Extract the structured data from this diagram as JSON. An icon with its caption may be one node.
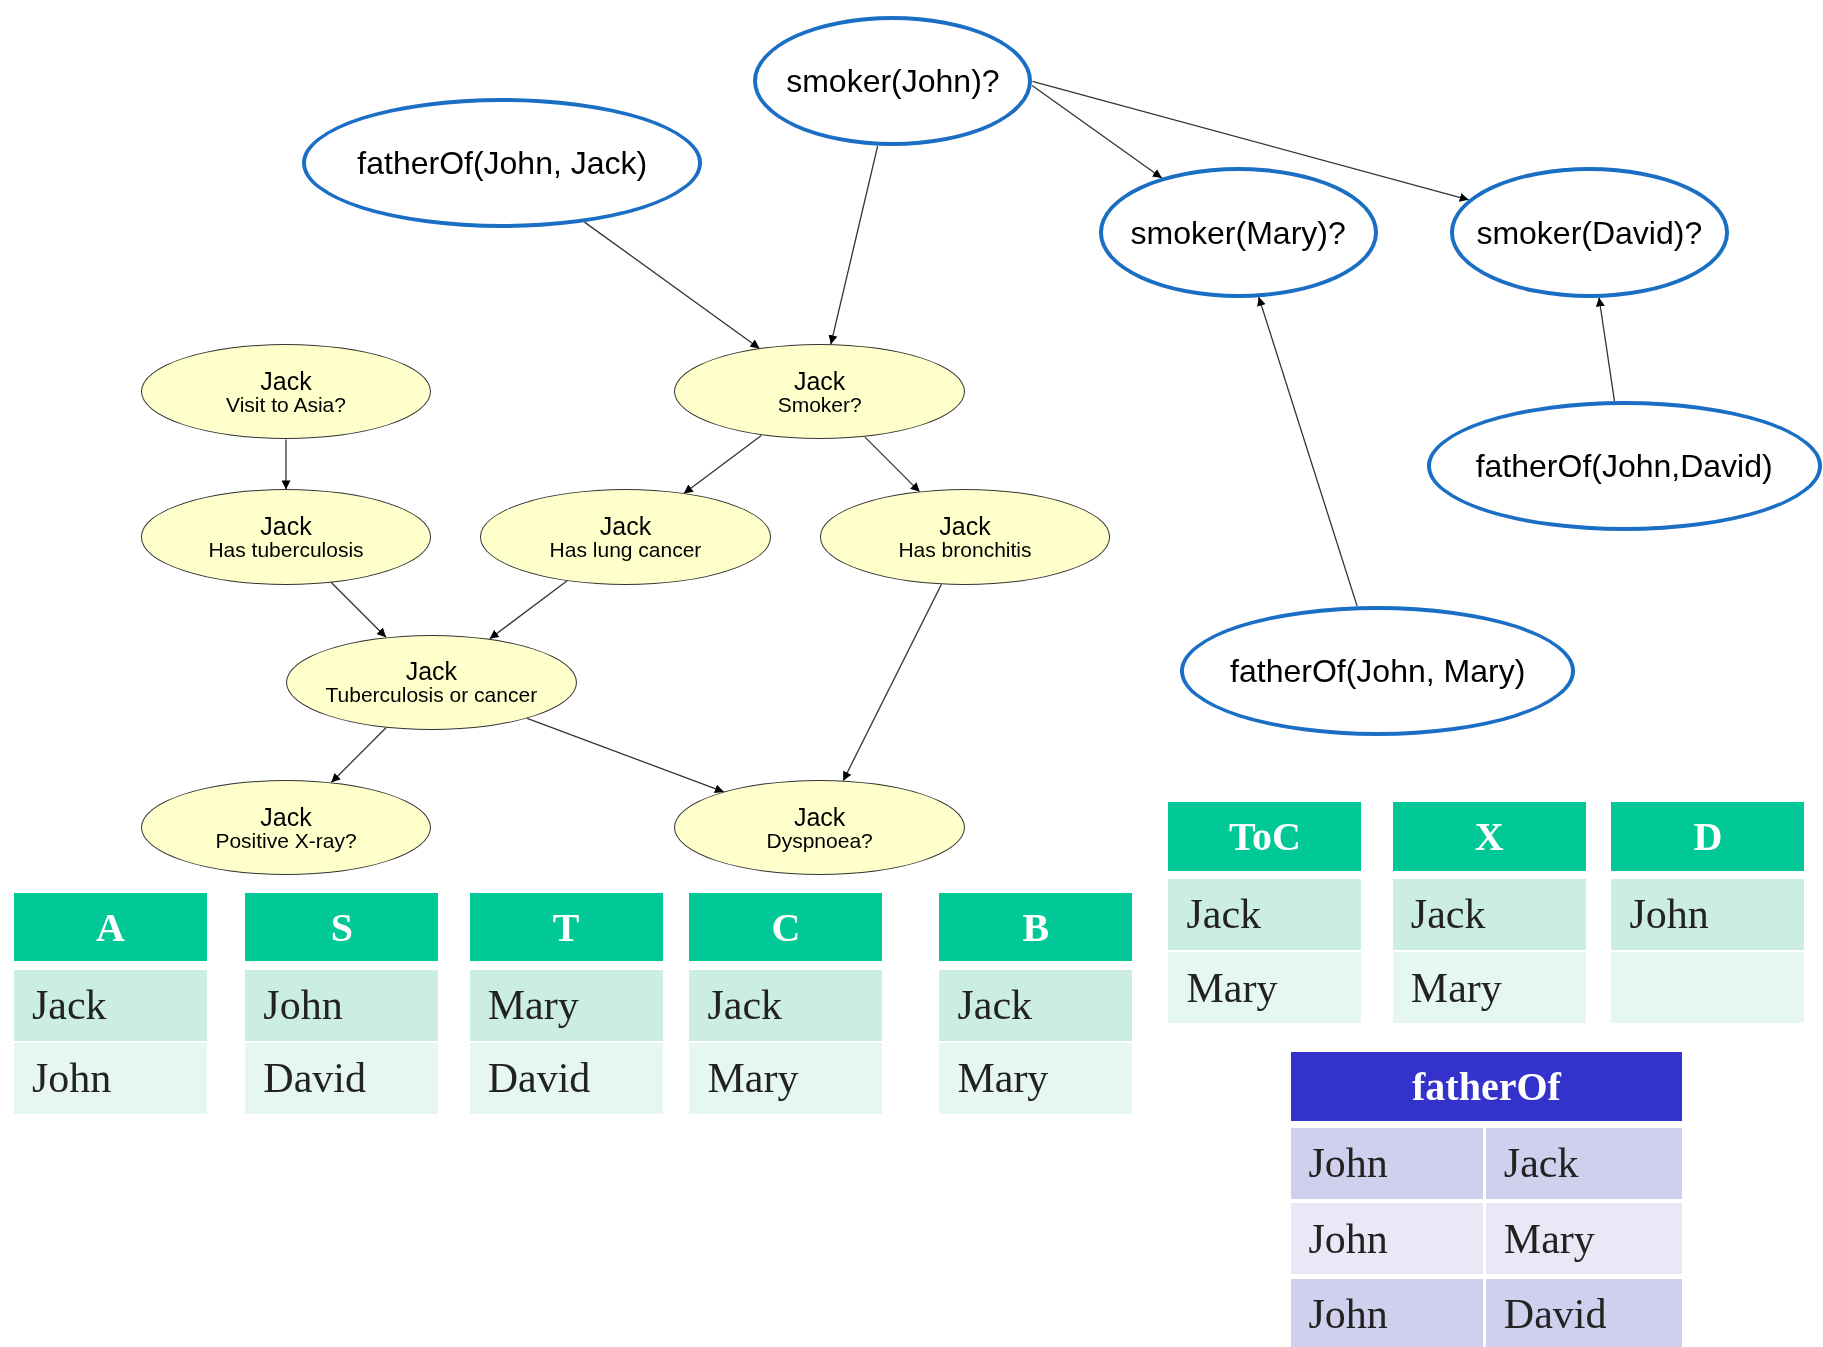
{
  "diagram": {
    "nodes": [
      {
        "text": [
          "fatherOf(John, Jack)"
        ]
      },
      {
        "text": [
          "smoker(John)?"
        ]
      },
      {
        "text": [
          "smoker(Mary)?"
        ]
      },
      {
        "text": [
          "smoker(David)?"
        ]
      },
      {
        "text": [
          "fatherOf(John,David)"
        ]
      },
      {
        "text": [
          "fatherOf(John, Mary)"
        ]
      },
      {
        "text": [
          "Jack",
          "Visit to Asia?"
        ]
      },
      {
        "text": [
          "Jack",
          "Smoker?"
        ]
      },
      {
        "text": [
          "Jack",
          "Has tuberculosis"
        ]
      },
      {
        "text": [
          "Jack",
          "Has lung cancer"
        ]
      },
      {
        "text": [
          "Jack",
          "Has bronchitis"
        ]
      },
      {
        "text": [
          "Jack",
          "Tuberculosis or cancer"
        ]
      },
      {
        "text": [
          "Jack",
          "Positive X-ray?"
        ]
      },
      {
        "text": [
          "Jack",
          "Dyspnoea?"
        ]
      }
    ],
    "edges": [
      {
        "from": 0,
        "to": 7,
        "arrow": "to"
      },
      {
        "from": 1,
        "to": 7,
        "arrow": "to"
      },
      {
        "from": 1,
        "to": 2,
        "arrow": "to"
      },
      {
        "from": 1,
        "to": 3,
        "arrow": "to"
      },
      {
        "from": 5,
        "to": 2,
        "arrow": "to"
      },
      {
        "from": 4,
        "to": 3,
        "arrow": "to"
      },
      {
        "from": 6,
        "to": 8,
        "arrow": "to"
      },
      {
        "from": 7,
        "to": 9,
        "arrow": "to"
      },
      {
        "from": 7,
        "to": 10,
        "arrow": "to"
      },
      {
        "from": 8,
        "to": 11,
        "arrow": "to"
      },
      {
        "from": 9,
        "to": 11,
        "arrow": "to"
      },
      {
        "from": 10,
        "to": 13,
        "arrow": "to"
      },
      {
        "from": 11,
        "to": 12,
        "arrow": "to"
      },
      {
        "from": 11,
        "to": 13,
        "arrow": "to"
      }
    ],
    "labels": [
      "A",
      "Jack",
      "John",
      "S",
      "John",
      "David",
      "T",
      "Mary",
      "David",
      "C",
      "Jack",
      "Mary",
      "B",
      "Jack",
      "Mary",
      "ToC",
      "Jack",
      "Mary",
      "X",
      "Jack",
      "Mary",
      "D",
      "John",
      "fatherOf",
      "John",
      "Jack",
      "John",
      "Mary",
      "John",
      "David"
    ]
  }
}
